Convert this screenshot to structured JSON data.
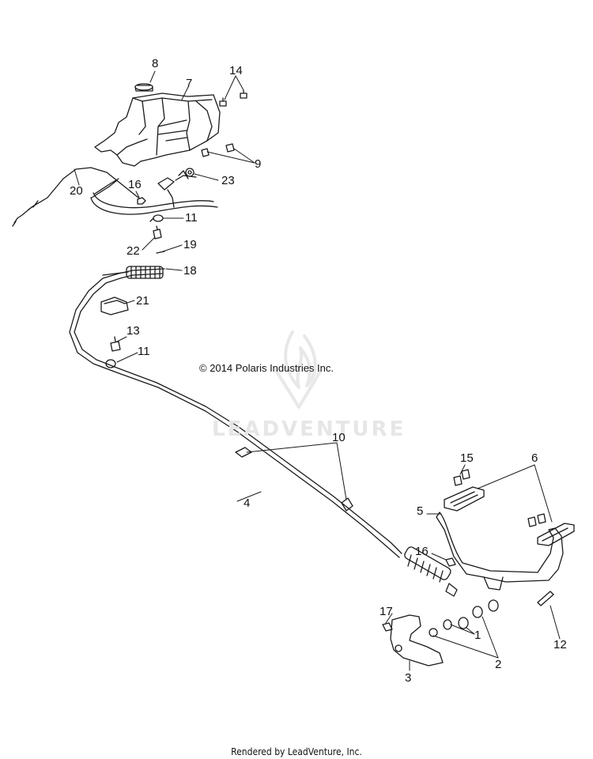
{
  "copyright": "© 2014 Polaris Industries Inc.",
  "footer": "Rendered by LeadVenture, Inc.",
  "watermark": "LEADVENTURE",
  "callouts": {
    "c1": "1",
    "c2": "2",
    "c3": "3",
    "c4": "4",
    "c5": "5",
    "c6": "6",
    "c7": "7",
    "c8": "8",
    "c9": "9",
    "c10": "10",
    "c11a": "11",
    "c11b": "11",
    "c12": "12",
    "c13": "13",
    "c14": "14",
    "c15": "15",
    "c16a": "16",
    "c16b": "16",
    "c17": "17",
    "c18": "18",
    "c19": "19",
    "c20": "20",
    "c21": "21",
    "c22": "22",
    "c23": "23"
  }
}
